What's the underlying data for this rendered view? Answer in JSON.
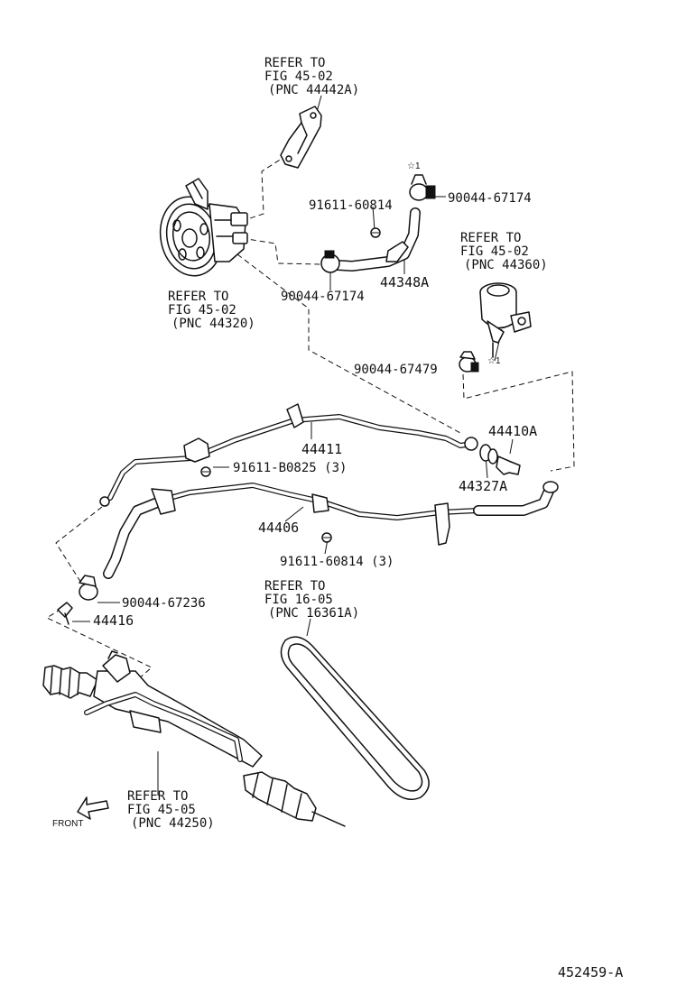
{
  "diagram_id": "452459-A",
  "refs": {
    "bracket": [
      "REFER TO",
      "FIG 45-02",
      "(PNC 44442A)"
    ],
    "pump": [
      "REFER TO",
      "FIG 45-02",
      "(PNC 44320)"
    ],
    "reservoir": [
      "REFER TO",
      "FIG 45-02",
      "(PNC 44360)"
    ],
    "belt": [
      "REFER TO",
      "FIG 16-05",
      "(PNC 16361A)"
    ],
    "gear": [
      "REFER TO",
      "FIG 45-05",
      "(PNC 44250)"
    ]
  },
  "parts": {
    "p_9161160814_top": "91611-60814",
    "p_9004467174_right": "90044-67174",
    "p_44348a": "44348A",
    "p_9004467174_low": "90044-67174",
    "p_9004467479": "90044-67479",
    "p_44410a": "44410A",
    "p_44411": "44411",
    "p_91611b0825": "91611-B0825 (3)",
    "p_44327a": "44327A",
    "p_44406": "44406",
    "p_9161160814_bot": "91611-60814 (3)",
    "p_9004467236": "90044-67236",
    "p_44416": "44416"
  },
  "marks": {
    "star_top": "☆1",
    "star_res": "☆1"
  },
  "front_label": "FRONT"
}
